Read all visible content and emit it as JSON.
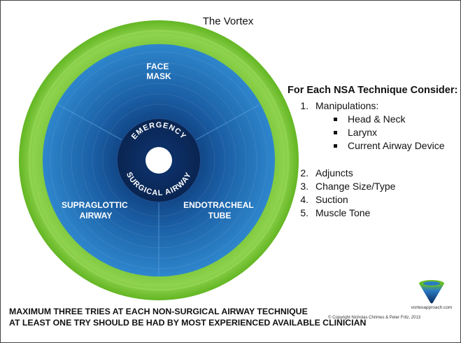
{
  "title": "The Vortex",
  "diagram": {
    "segments": [
      {
        "id": "face-mask",
        "lines": [
          "FACE",
          "MASK"
        ]
      },
      {
        "id": "endotracheal-tube",
        "lines": [
          "ENDOTRACHEAL",
          "TUBE"
        ]
      },
      {
        "id": "supraglottic-airway",
        "lines": [
          "SUPRAGLOTTIC",
          "AIRWAY"
        ]
      }
    ],
    "center_top": "EMERGENCY",
    "center_bottom": "SURGICAL AIRWAY"
  },
  "side_panel": {
    "heading": "For Each NSA Technique Consider:",
    "items": [
      {
        "num": "1.",
        "text": "Manipulations:",
        "sub": [
          "Head & Neck",
          "Larynx",
          "Current Airway Device"
        ]
      },
      {
        "num": "2.",
        "text": "Adjuncts"
      },
      {
        "num": "3.",
        "text": "Change Size/Type"
      },
      {
        "num": "4.",
        "text": "Suction"
      },
      {
        "num": "5.",
        "text": "Muscle Tone"
      }
    ]
  },
  "footer": {
    "line1": "MAXIMUM THREE TRIES AT EACH NON-SURGICAL AIRWAY TECHNIQUE",
    "line2": "AT LEAST ONE TRY SHOULD BE HAD BY MOST EXPERIENCED AVAILABLE CLINICIAN"
  },
  "copyright": "© Copyright Nicholas Chrimes & Peter Fritz, 2013",
  "logo_text": "vortexapproach.com",
  "colors": {
    "green_outer": "#69be28",
    "green_inner": "#8bd14a",
    "blue_light": "#2a7bc4",
    "blue_dark": "#0d3c7a",
    "center_dark": "#0a2a5a"
  }
}
